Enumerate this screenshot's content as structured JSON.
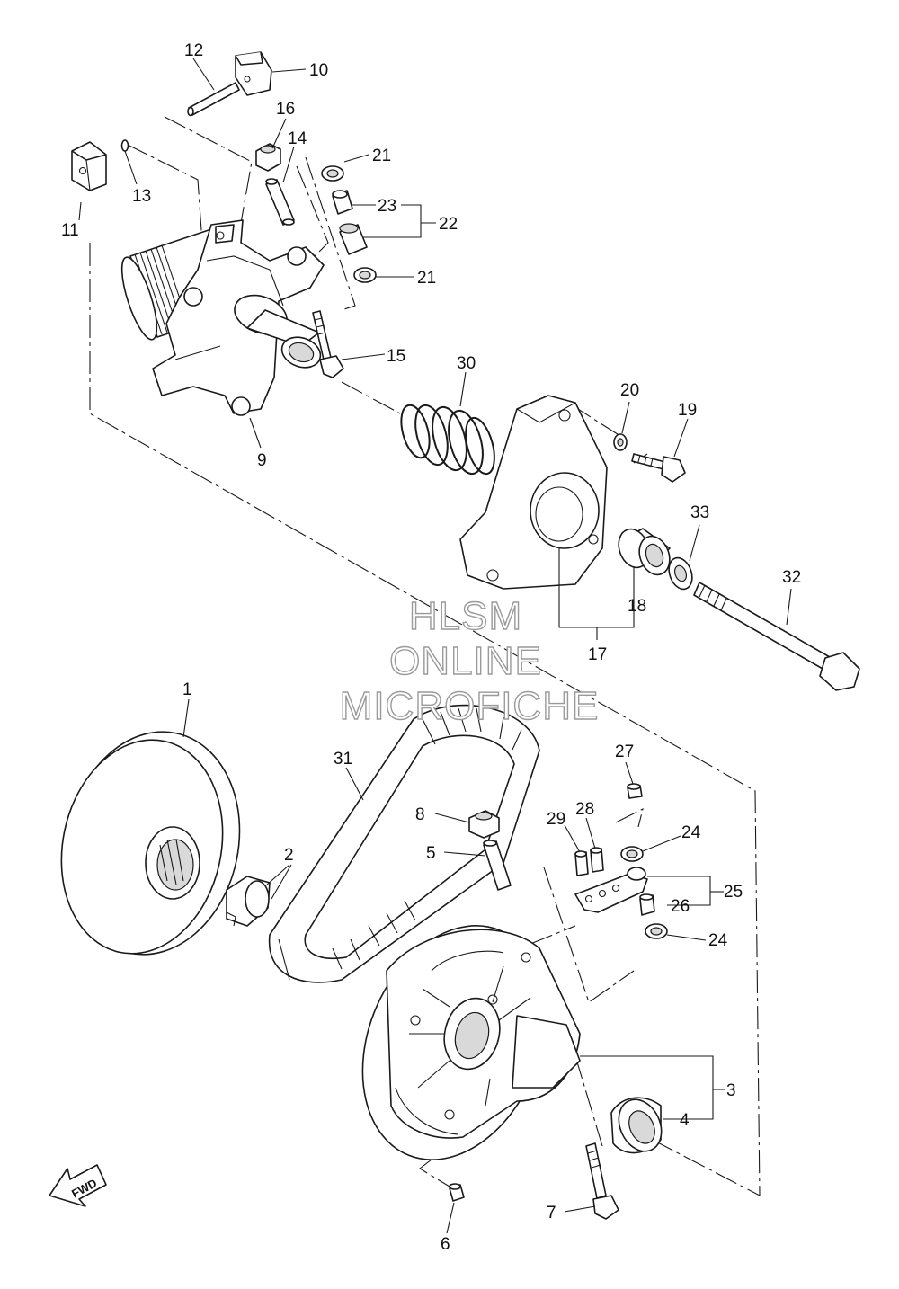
{
  "watermark": {
    "line1": "HLSM",
    "line2": "ONLINE",
    "line3": "MICROFICHE"
  },
  "fwd_label": "FWD",
  "callouts": [
    {
      "id": "1",
      "label": "1"
    },
    {
      "id": "2",
      "label": "2"
    },
    {
      "id": "3",
      "label": "3"
    },
    {
      "id": "4",
      "label": "4"
    },
    {
      "id": "5",
      "label": "5"
    },
    {
      "id": "6",
      "label": "6"
    },
    {
      "id": "7",
      "label": "7"
    },
    {
      "id": "8",
      "label": "8"
    },
    {
      "id": "9",
      "label": "9"
    },
    {
      "id": "10",
      "label": "10"
    },
    {
      "id": "11",
      "label": "11"
    },
    {
      "id": "12",
      "label": "12"
    },
    {
      "id": "13",
      "label": "13"
    },
    {
      "id": "14",
      "label": "14"
    },
    {
      "id": "15",
      "label": "15"
    },
    {
      "id": "16",
      "label": "16"
    },
    {
      "id": "17",
      "label": "17"
    },
    {
      "id": "18",
      "label": "18"
    },
    {
      "id": "19",
      "label": "19"
    },
    {
      "id": "20",
      "label": "20"
    },
    {
      "id": "21",
      "label": "21"
    },
    {
      "id": "22",
      "label": "22"
    },
    {
      "id": "23",
      "label": "23"
    },
    {
      "id": "24",
      "label": "24"
    },
    {
      "id": "25",
      "label": "25"
    },
    {
      "id": "26",
      "label": "26"
    },
    {
      "id": "27",
      "label": "27"
    },
    {
      "id": "28",
      "label": "28"
    },
    {
      "id": "29",
      "label": "29"
    },
    {
      "id": "30",
      "label": "30"
    },
    {
      "id": "31",
      "label": "31"
    },
    {
      "id": "32",
      "label": "32"
    },
    {
      "id": "33",
      "label": "33"
    }
  ]
}
